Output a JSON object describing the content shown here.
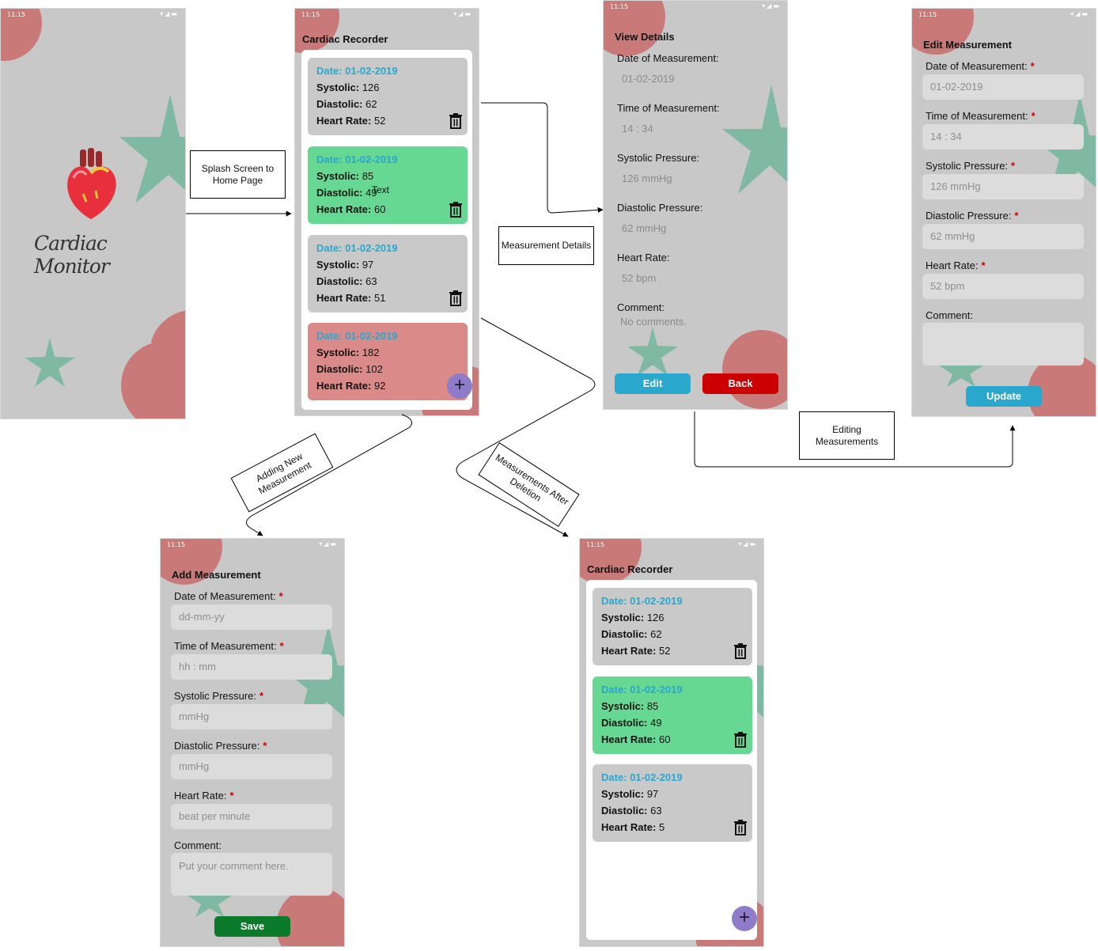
{
  "status": {
    "time": "11:15",
    "icons": "▾◢▬"
  },
  "splash": {
    "app_name": "Cardiac Monitor"
  },
  "home": {
    "title": "Cardiac Recorder",
    "cards": [
      {
        "date": "Date: 01-02-2019",
        "systolic": "126",
        "diastolic": "62",
        "heart_rate": "52",
        "color": "#c9c9c9"
      },
      {
        "date": "Date: 01-02-2019",
        "systolic": "85",
        "diastolic": "49",
        "heart_rate": "60",
        "color": "#66d893"
      },
      {
        "date": "Date: 01-02-2019",
        "systolic": "97",
        "diastolic": "63",
        "heart_rate": "51",
        "color": "#c9c9c9"
      },
      {
        "date": "Date: 01-02-2019",
        "systolic": "182",
        "diastolic": "102",
        "heart_rate": "92",
        "color": "#db8a8a"
      }
    ],
    "stray_text": "Text"
  },
  "labels": {
    "systolic": "Systolic:",
    "diastolic": "Diastolic:",
    "heart_rate": "Heart Rate:",
    "date_of_measurement": "Date of Measurement:",
    "time_of_measurement": "Time of Measurement:",
    "systolic_pressure": "Systolic Pressure:",
    "diastolic_pressure": "Diastolic Pressure:",
    "heart_rate_field": "Heart Rate:",
    "comment": "Comment:",
    "required": "*"
  },
  "details": {
    "title": "View Details",
    "date": "01-02-2019",
    "time": "14 : 34",
    "systolic": "126 mmHg",
    "diastolic": "62 mmHg",
    "heart_rate": "52 bpm",
    "comment": "No comments.",
    "edit_label": "Edit",
    "back_label": "Back"
  },
  "edit": {
    "title": "Edit Measurement",
    "date": "01-02-2019",
    "time": "14 : 34",
    "systolic": "126 mmHg",
    "diastolic": "62 mmHg",
    "heart_rate": "52 bpm",
    "comment": "",
    "update_label": "Update"
  },
  "add": {
    "title": "Add Measurement",
    "date_placeholder": "dd-mm-yy",
    "time_placeholder": "hh : mm",
    "systolic_placeholder": "mmHg",
    "diastolic_placeholder": "mmHg",
    "heart_rate_placeholder": "beat per minute",
    "comment_placeholder": "Put your comment here.",
    "save_label": "Save"
  },
  "after_delete": {
    "title": "Cardiac Recorder",
    "cards": [
      {
        "date": "Date: 01-02-2019",
        "systolic": "126",
        "diastolic": "62",
        "heart_rate": "52",
        "color": "#c9c9c9"
      },
      {
        "date": "Date: 01-02-2019",
        "systolic": "85",
        "diastolic": "49",
        "heart_rate": "60",
        "color": "#66d893"
      },
      {
        "date": "Date: 01-02-2019",
        "systolic": "97",
        "diastolic": "63",
        "heart_rate": "5",
        "color": "#c9c9c9"
      }
    ]
  },
  "annotations": {
    "splash_to_home": "Splash Screen to Home Page",
    "measurement_details": "Measurement Details",
    "editing_measurements": "Editing Measurements",
    "adding_new": "Adding New Measurement",
    "after_deletion": "Measurements After Deletion"
  },
  "colors": {
    "phone_bg": "#c8c8c8",
    "star": "#7fb9a4",
    "blob": "#c97a78",
    "date_text": "#2aa7cd",
    "edit_btn": "#2aa7cd",
    "back_btn": "#cc0000",
    "update_btn": "#2aa7cd",
    "save_btn": "#0b7a2a",
    "fab": "#8f7cc9"
  }
}
